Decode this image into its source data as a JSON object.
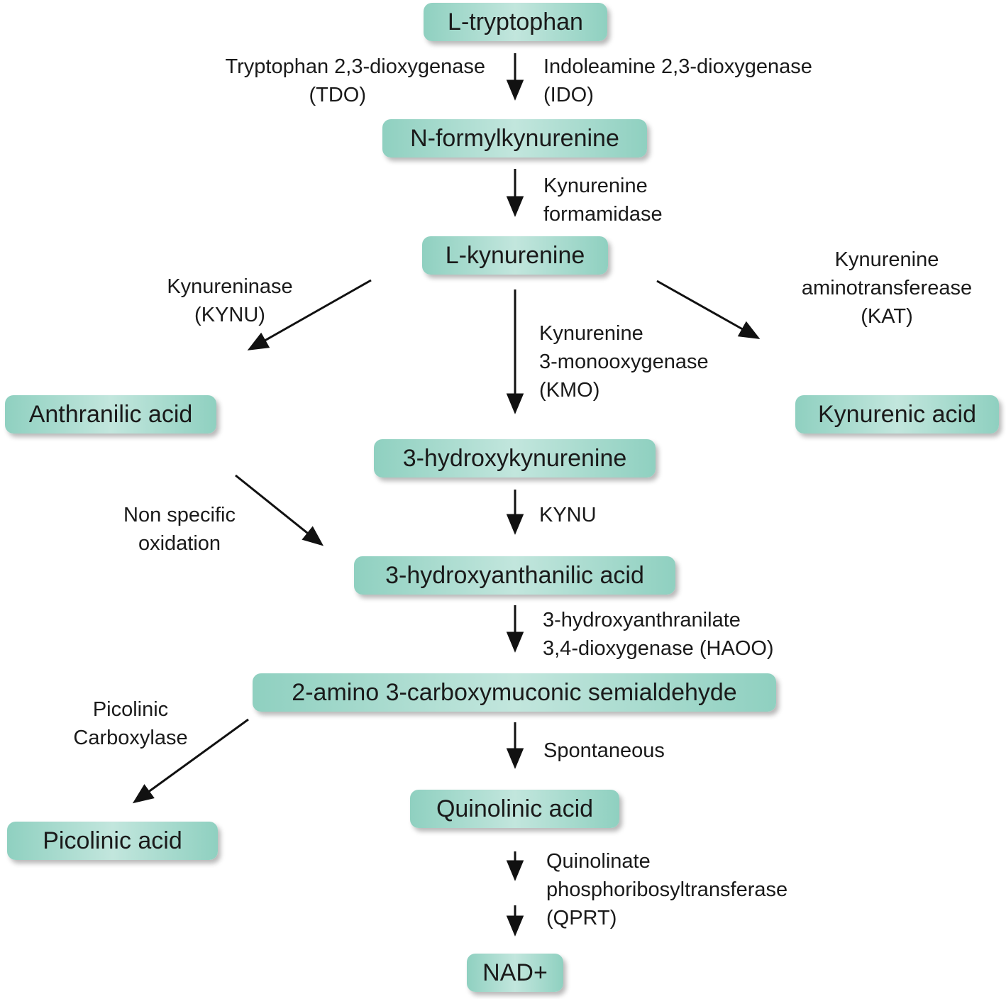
{
  "nodes": {
    "tryptophan": "L-tryptophan",
    "formylkynurenine": "N-formylkynurenine",
    "kynurenine": "L-kynurenine",
    "anthranilic": "Anthranilic acid",
    "kynurenic": "Kynurenic acid",
    "hydroxykynurenine": "3-hydroxykynurenine",
    "hydroxyanthanilic": "3-hydroxyanthanilic acid",
    "acms": "2-amino 3-carboxymuconic semialdehyde",
    "picolinic": "Picolinic acid",
    "quinolinic": "Quinolinic acid",
    "nad": "NAD+"
  },
  "labels": {
    "tdo": [
      "Tryptophan 2,3-dioxygenase",
      "(TDO)"
    ],
    "ido": [
      "Indoleamine 2,3-dioxygenase",
      "(IDO)"
    ],
    "formamidase": [
      "Kynurenine",
      "formamidase"
    ],
    "kynu": [
      "Kynureninase",
      "(KYNU)"
    ],
    "kat": [
      "Kynurenine",
      "aminotransferease",
      "(KAT)"
    ],
    "kmo": [
      "Kynurenine",
      "3-monooxygenase",
      "(KMO)"
    ],
    "nonspecific": [
      "Non specific",
      "oxidation"
    ],
    "kynu2": [
      "KYNU"
    ],
    "haoo": [
      "3-hydroxyanthranilate",
      "3,4-dioxygenase (HAOO)"
    ],
    "picolinic_carboxylase": [
      "Picolinic",
      "Carboxylase"
    ],
    "spontaneous": [
      "Spontaneous"
    ],
    "qprt": [
      "Quinolinate",
      "phosphoribosyltransferase",
      "(QPRT)"
    ]
  }
}
